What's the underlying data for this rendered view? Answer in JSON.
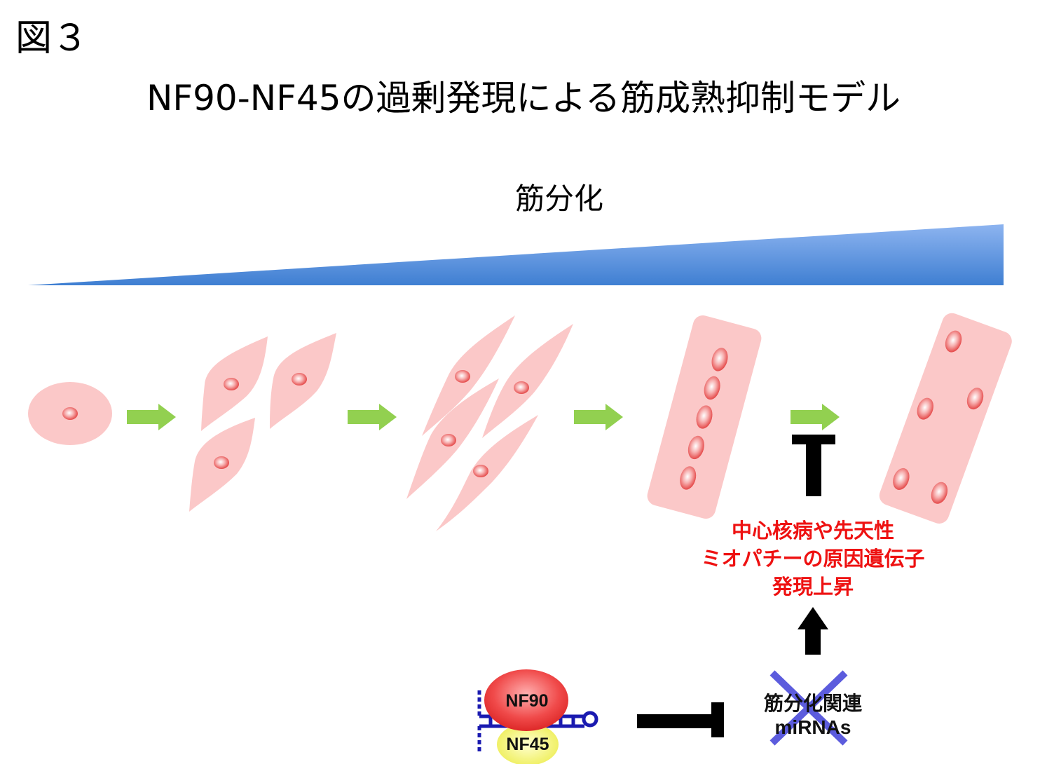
{
  "figure_label": "図３",
  "title": "NF90-NF45の過剰発現による筋成熟抑制モデル",
  "differentiation_label": "筋分化",
  "effect_lines": [
    "中心核病や先天性",
    "ミオパチーの原因遺伝子",
    "発現上昇"
  ],
  "mirna_lines": [
    "筋分化関連",
    "miRNAs"
  ],
  "protein_labels": {
    "nf90": "NF90",
    "nf45": "NF45"
  },
  "colors": {
    "cell_fill": "#fbc8c8",
    "nucleus": "#e94a4a",
    "arrow_green": "#92d050",
    "wedge_top": "#8db4f0",
    "wedge_bottom": "#3f7fd2",
    "effect_text": "#ee1111",
    "cross": "#4040d8",
    "rna": "#1a1ab0",
    "nf90_fill": "#ee3030",
    "nf45_fill": "#f2f25a"
  },
  "icons": [
    "green-right-arrow",
    "t-bar-inhibition-icon",
    "up-arrow-icon",
    "cross-mark-icon",
    "rna-hairpin-icon"
  ]
}
